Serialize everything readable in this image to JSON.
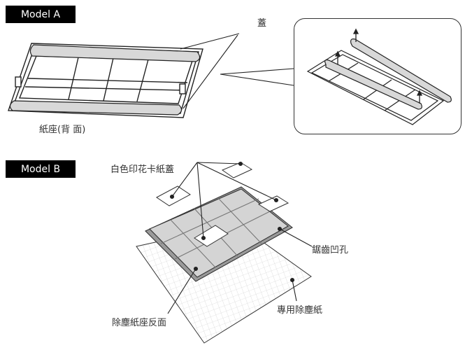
{
  "model_a": {
    "badge": "Model A",
    "cover_label": "蓋",
    "base_label": "紙座(背 面)"
  },
  "model_b": {
    "badge": "Model B",
    "white_cover_label": "白色印花卡紙蓋",
    "serrated_hole_label": "鋸齒凹孔",
    "special_paper_label": "專用除塵紙",
    "base_back_label": "除塵紙座反面"
  },
  "colors": {
    "badge_bg": "#000000",
    "line": "#222222",
    "fill_gray": "#d8d8d8"
  }
}
